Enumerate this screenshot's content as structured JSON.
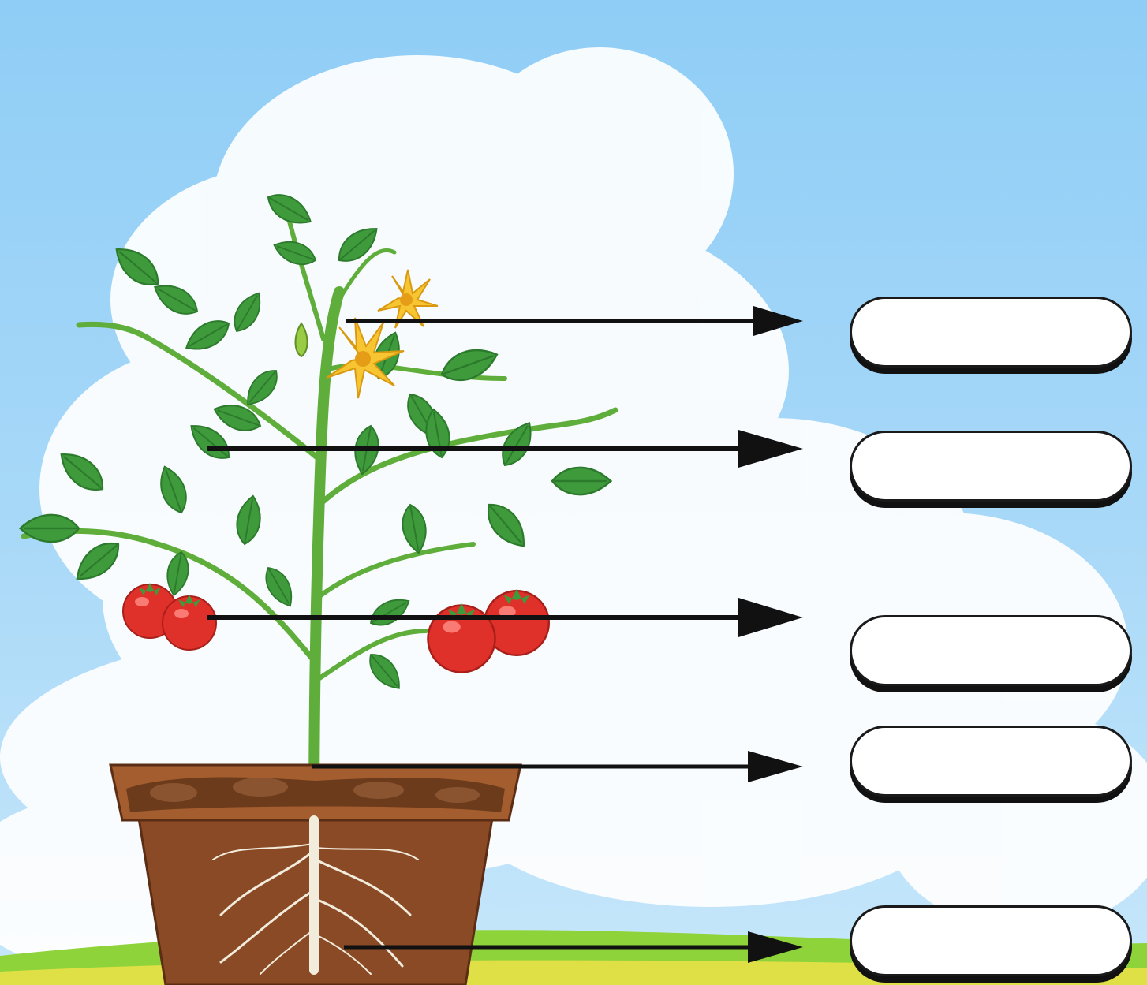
{
  "diagram": {
    "kind": "plant-parts-labeling-worksheet",
    "colors": {
      "sky": "#9fd4f7",
      "cloud": "#ffffff",
      "leaf": "#3f9a3c",
      "stem": "#5fae3b",
      "flower": "#f7c531",
      "fruit": "#e0302a",
      "pot": "#8a4a25",
      "soil": "#6b3b1b",
      "root": "#f2ecdd",
      "grass": "#8fd33a",
      "arrow": "#111111",
      "box_fill": "#ffffff",
      "box_border": "#1a1a1a"
    },
    "label_boxes": [
      {
        "id": "box-flower",
        "text": ""
      },
      {
        "id": "box-leaf",
        "text": ""
      },
      {
        "id": "box-fruit",
        "text": ""
      },
      {
        "id": "box-stem",
        "text": ""
      },
      {
        "id": "box-root",
        "text": ""
      }
    ]
  }
}
